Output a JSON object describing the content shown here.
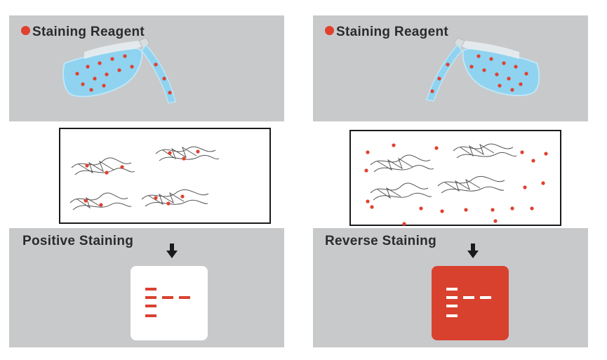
{
  "left": {
    "reagent_label": "Staining Reagent",
    "method_label": "Positive Staining"
  },
  "right": {
    "reagent_label": "Staining Reagent",
    "method_label": "Reverse Staining"
  },
  "colors": {
    "panel_bg": "#c8c9cb",
    "reagent_red": "#e0402f",
    "liquid_blue": "#8fd3f0",
    "gel_red": "#d9412f"
  },
  "icons": [
    "reagent-dot-icon",
    "bottle-pour-icon",
    "protein-molecule-icon",
    "down-arrow-icon",
    "gel-icon"
  ]
}
